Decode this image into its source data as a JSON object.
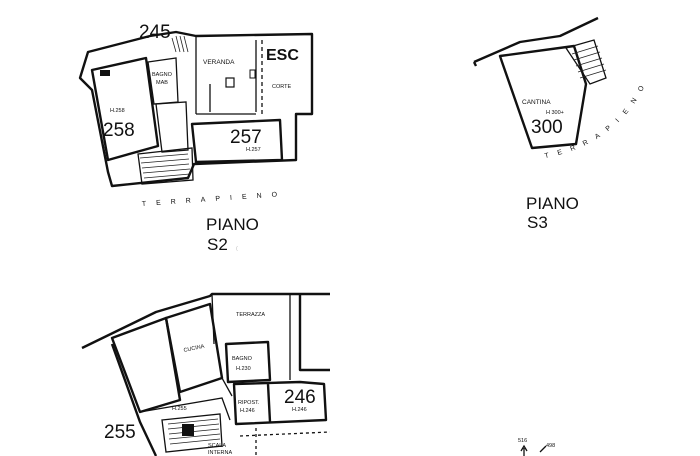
{
  "plan_s2": {
    "sheet_number": "245",
    "rooms": {
      "veranda": "VERANDA",
      "esc": "ESC",
      "corte": "CORTE",
      "room_258_height": "H.258",
      "room_258_number": "258",
      "bagno_line1": "BAGNO",
      "bagno_line2": "MAB",
      "room_257_number": "257",
      "room_257_height": "H.257"
    },
    "terrapieno": "TERRAPIENO",
    "title": "PIANO",
    "level": "S2"
  },
  "plan_s3": {
    "cantina": "CANTINA",
    "cantina_height": "H 300+",
    "room_300_number": "300",
    "terrapieno": "TERRAPIENO",
    "title": "PIANO",
    "level": "S3"
  },
  "plan_lower": {
    "terrazza": "TERRAZZA",
    "cucina": "CUCINA",
    "bagno": "BAGNO",
    "bagno_height": "H.230",
    "room_255_height": "H.255",
    "room_255_number": "255",
    "ripostiglio": "RIPOST.",
    "ripostiglio_height": "H.246",
    "room_246_number": "246",
    "room_246_height": "H.246",
    "scala_line1": "SCALA",
    "scala_line2": "INTERNA"
  },
  "marks": {
    "mark_516": "516",
    "mark_498": "498"
  }
}
